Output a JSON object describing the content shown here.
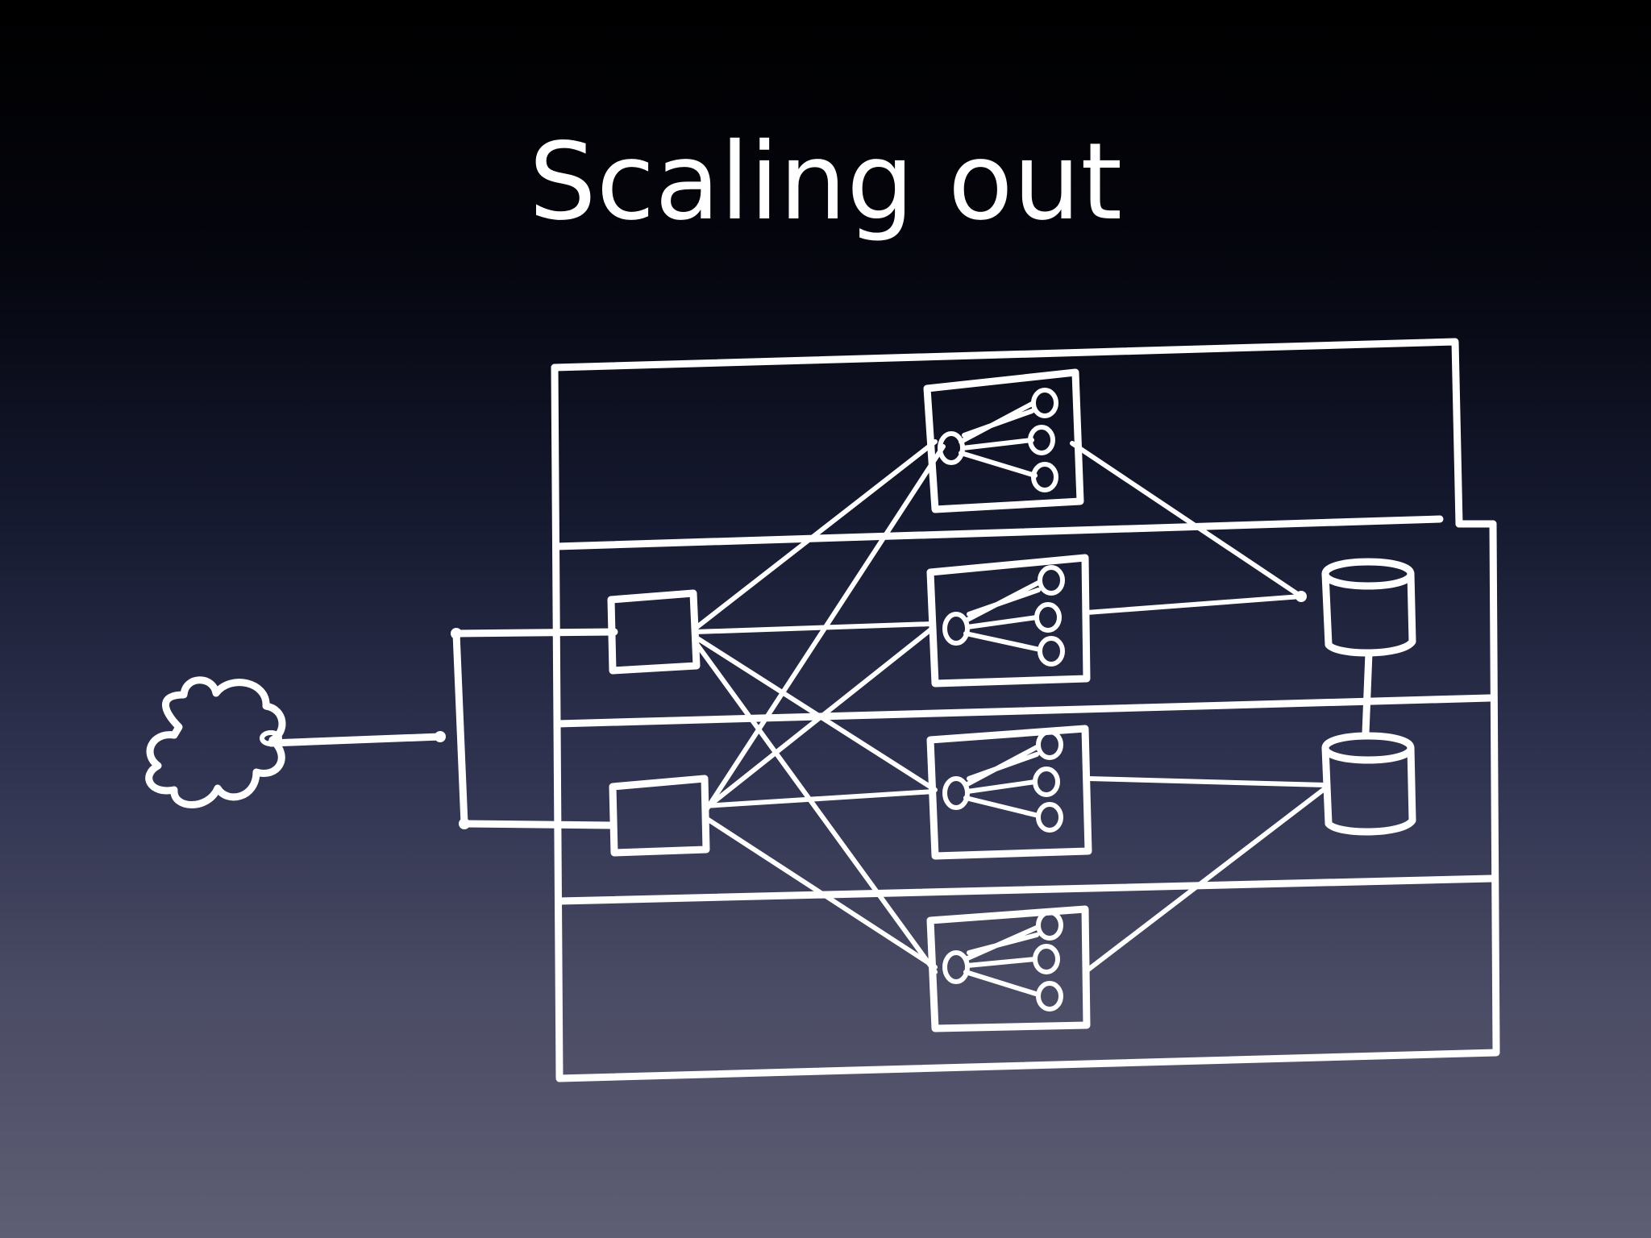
{
  "slide": {
    "title": "Scaling out"
  },
  "colors": {
    "background_top": "#000000",
    "background_bottom": "#5e5e74",
    "ink": "#ffffff"
  },
  "diagram": {
    "kind": "hand-drawn architecture sketch",
    "icons": [
      "cloud-icon",
      "load-balancer-icon",
      "app-server-icon",
      "database-icon"
    ],
    "tiers": 4,
    "load_balancers": 2,
    "app_servers": 4,
    "databases": 2
  }
}
